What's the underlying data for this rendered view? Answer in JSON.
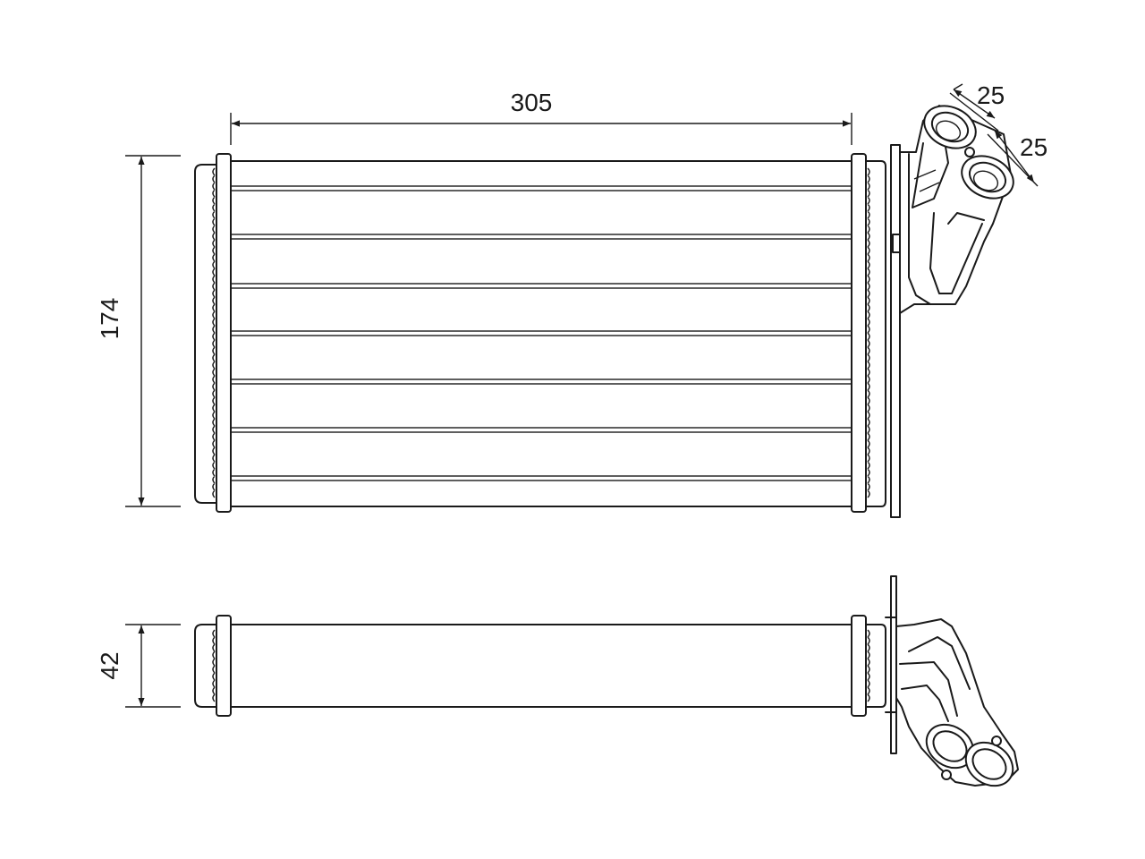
{
  "dimensions": {
    "width": "305",
    "height": "174",
    "depth": "42",
    "pipe_1": "25",
    "pipe_2": "25"
  }
}
